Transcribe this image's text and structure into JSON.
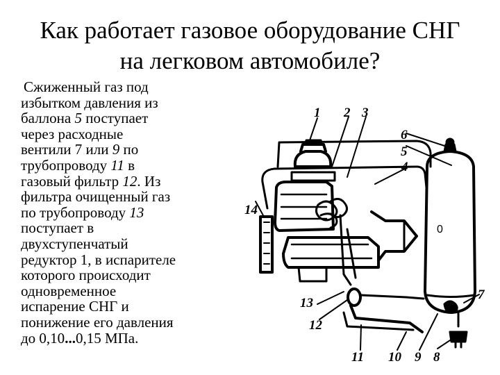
{
  "slide": {
    "title_line1": "Как работает газовое оборудование СНГ",
    "title_line2": "на легковом автомобиле?",
    "body_lines": [
      {
        "parts": [
          {
            "t": "Сжиженный газ под"
          }
        ]
      },
      {
        "parts": [
          {
            "t": "избытком давления из"
          }
        ]
      },
      {
        "parts": [
          {
            "t": "баллона "
          },
          {
            "t": "5",
            "i": true
          },
          {
            "t": " поступает"
          }
        ]
      },
      {
        "parts": [
          {
            "t": "через расходные"
          }
        ]
      },
      {
        "parts": [
          {
            "t": "вентили 7 или "
          },
          {
            "t": "9",
            "i": true
          },
          {
            "t": " по"
          }
        ]
      },
      {
        "parts": [
          {
            "t": "трубопроводу "
          },
          {
            "t": "11",
            "i": true
          },
          {
            "t": " в"
          }
        ]
      },
      {
        "parts": [
          {
            "t": "газовый фильтр "
          },
          {
            "t": "12",
            "i": true
          },
          {
            "t": ". Из"
          }
        ]
      },
      {
        "parts": [
          {
            "t": "фильтра очищенный газ"
          }
        ]
      },
      {
        "parts": [
          {
            "t": "по трубопроводу "
          },
          {
            "t": "13",
            "i": true
          }
        ]
      },
      {
        "parts": [
          {
            "t": "поступает в"
          }
        ]
      },
      {
        "parts": [
          {
            "t": "двухступенчатый"
          }
        ]
      },
      {
        "parts": [
          {
            "t": "редуктор 1, в испарителе"
          }
        ]
      },
      {
        "parts": [
          {
            "t": "которого происходит"
          }
        ]
      },
      {
        "parts": [
          {
            "t": "одновременное"
          }
        ]
      },
      {
        "parts": [
          {
            "t": "испарение СНГ и"
          }
        ]
      },
      {
        "parts": [
          {
            "t": "понижение его давления"
          }
        ]
      },
      {
        "parts": [
          {
            "t": "до 0,10"
          },
          {
            "t": "...",
            "b": true
          },
          {
            "t": "0,15 МПа."
          }
        ]
      }
    ]
  },
  "diagram": {
    "labels": {
      "l1": "1",
      "l2": "2",
      "l3": "3",
      "l4": "4",
      "l5": "5",
      "l6": "6",
      "l7": "7",
      "l8": "8",
      "l9": "9",
      "l10": "10",
      "l11": "11",
      "l12": "12",
      "l13": "13",
      "l14": "14",
      "tank_mark": "0"
    }
  }
}
